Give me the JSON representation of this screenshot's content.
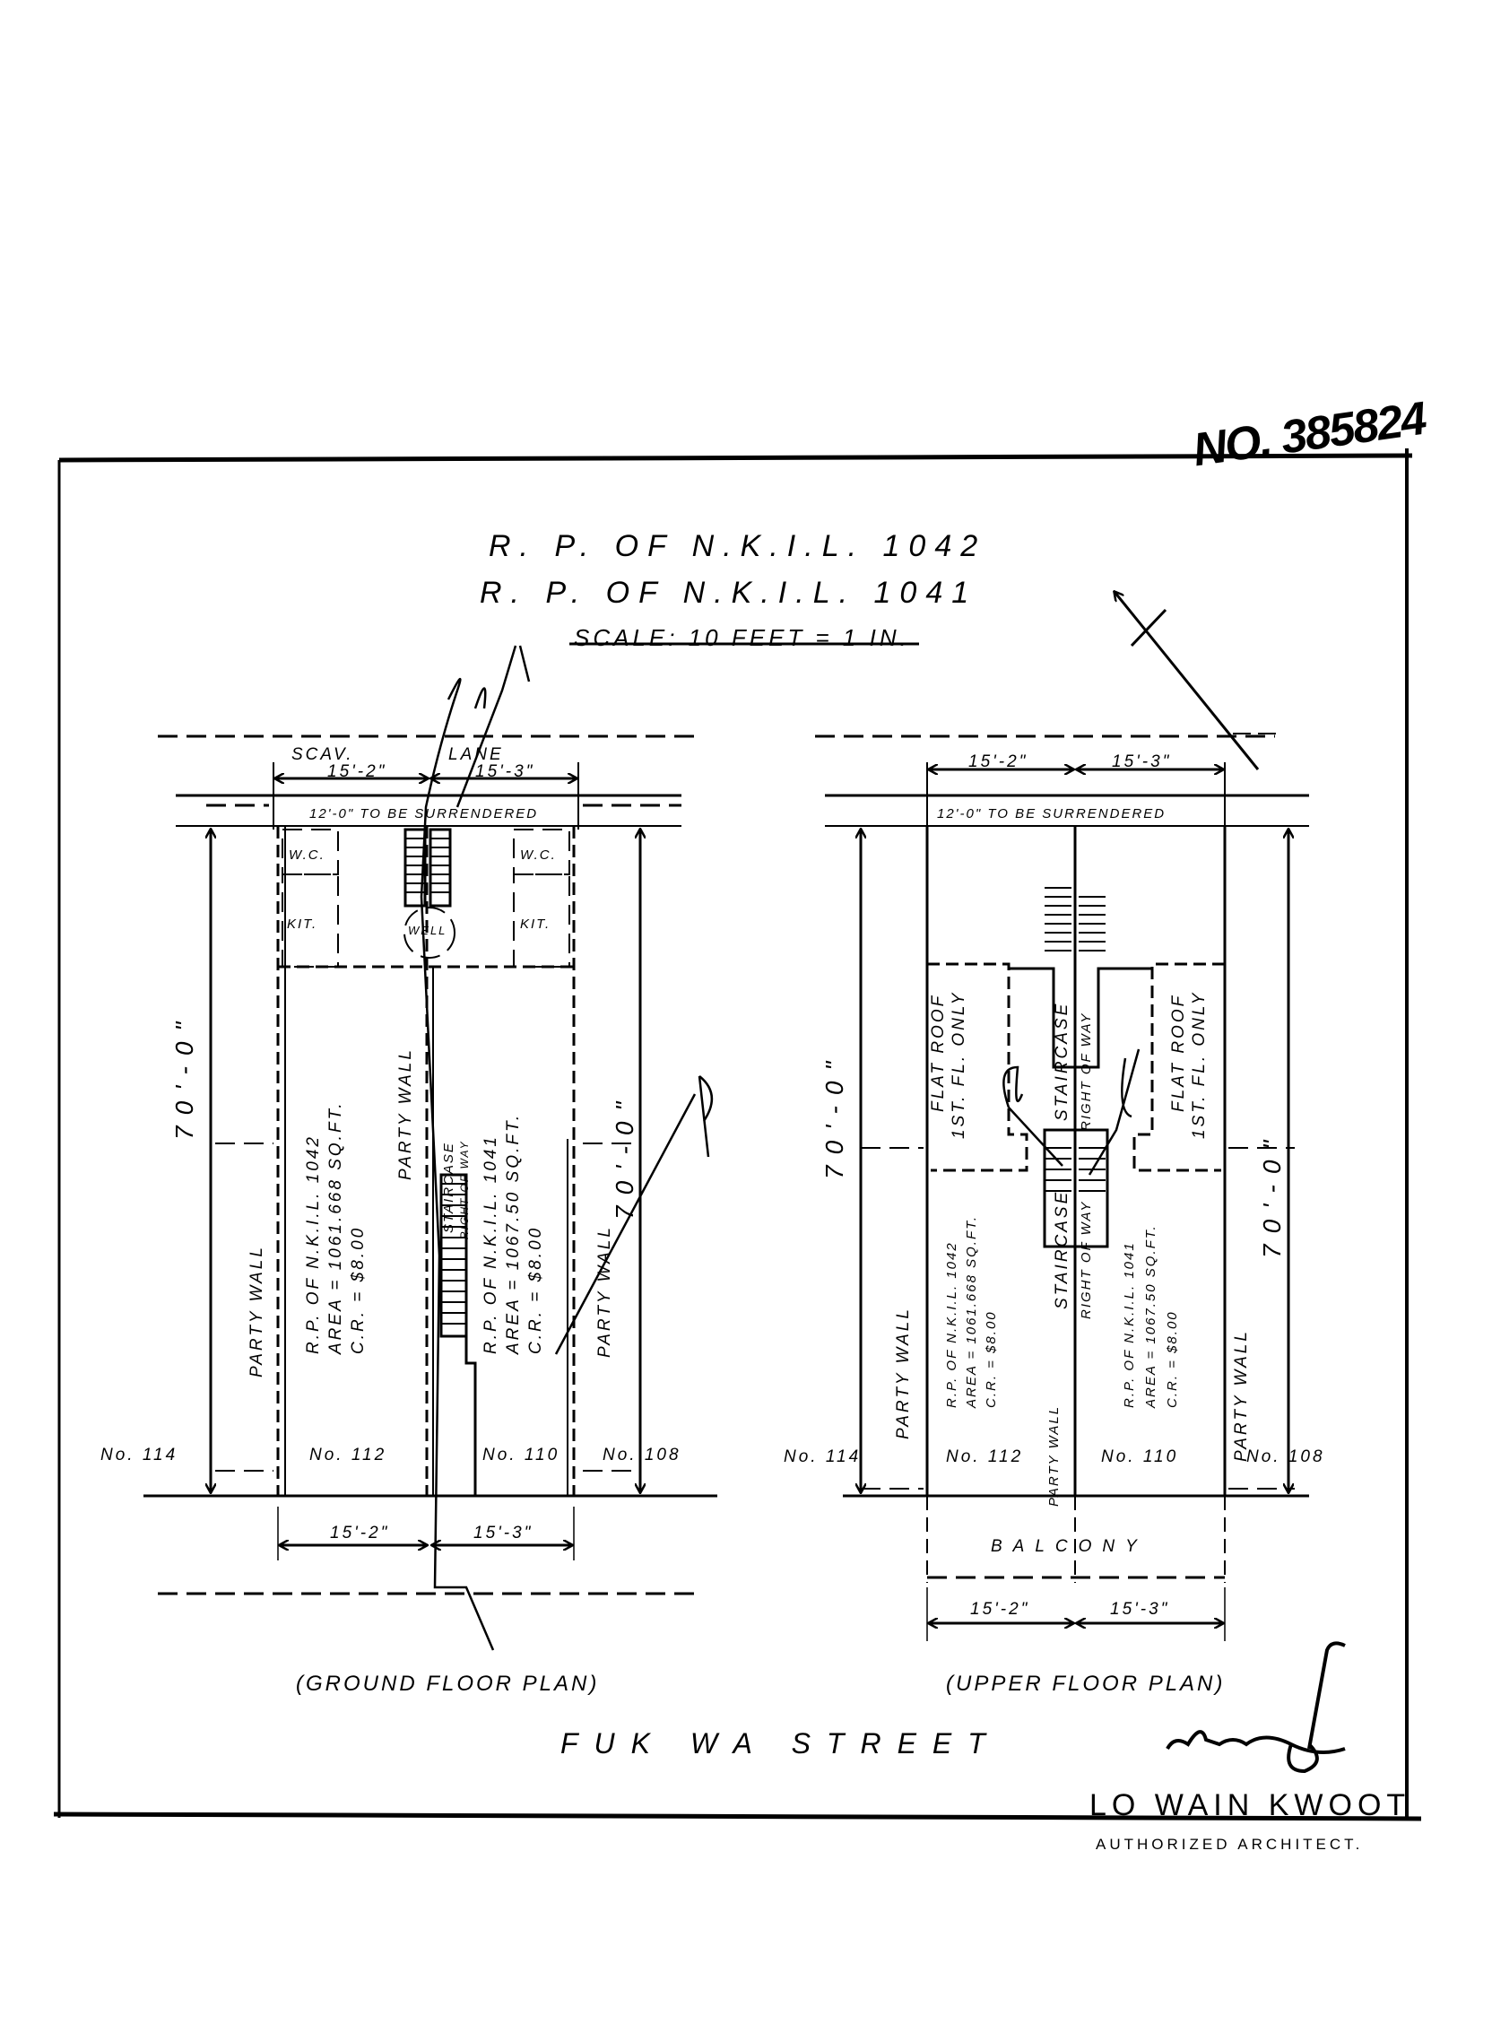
{
  "document": {
    "doc_number": "NO. 385824",
    "title_lines": [
      "R. P. OF N.K.I.L. 1042",
      "R. P. OF N.K.I.L. 1041"
    ],
    "scale": "SCALE: 10 FEET = 1 IN."
  },
  "ground_floor": {
    "caption": "(GROUND FLOOR PLAN)",
    "scav_lane": [
      "SCAV.",
      "LANE"
    ],
    "top_dims": [
      "15'-2\"",
      "15'-3\""
    ],
    "surrender": "12'-0\" TO BE SURRENDERED",
    "rooms": {
      "wc": "W.C.",
      "kit": "KIT.",
      "well": "WELL"
    },
    "depth": "70'-0\"",
    "party_wall": "PARTY WALL",
    "staircase": [
      "STAIRCASE",
      "RIGHT OF WAY"
    ],
    "lot_left": [
      "R.P. OF N.K.I.L. 1042",
      "AREA = 1061.668 SQ.FT.",
      "C.R. = $8.00"
    ],
    "lot_right": [
      "R.P. OF N.K.I.L. 1041",
      "AREA = 1067.50 SQ.FT.",
      "C.R. = $8.00"
    ],
    "house_numbers": [
      "No. 114",
      "No. 112",
      "No. 110",
      "No. 108"
    ],
    "bottom_dims": [
      "15'-2\"",
      "15'-3\""
    ]
  },
  "upper_floor": {
    "caption": "(UPPER FLOOR PLAN)",
    "top_dims": [
      "15'-2\"",
      "15'-3\""
    ],
    "surrender": "12'-0\" TO BE SURRENDERED",
    "flat_roof": [
      "FLAT ROOF",
      "1ST. FL. ONLY"
    ],
    "staircase": [
      "STAIRCASE",
      "RIGHT OF WAY"
    ],
    "depth": "70'-0\"",
    "party_wall": "PARTY WALL",
    "lot_left": [
      "R.P. OF N.K.I.L. 1042",
      "AREA = 1061.668 SQ.FT.",
      "C.R. = $8.00"
    ],
    "lot_right": [
      "R.P. OF N.K.I.L. 1041",
      "AREA = 1067.50 SQ.FT.",
      "C.R. = $8.00"
    ],
    "house_numbers": [
      "No. 114",
      "No. 112",
      "No. 110",
      "No. 108"
    ],
    "balcony": "BALCONY",
    "bottom_dims": [
      "15'-2\"",
      "15'-3\""
    ]
  },
  "street": "FUK WA STREET",
  "architect": {
    "name": "LO WAIN KWOOT",
    "role": "AUTHORIZED ARCHITECT."
  }
}
